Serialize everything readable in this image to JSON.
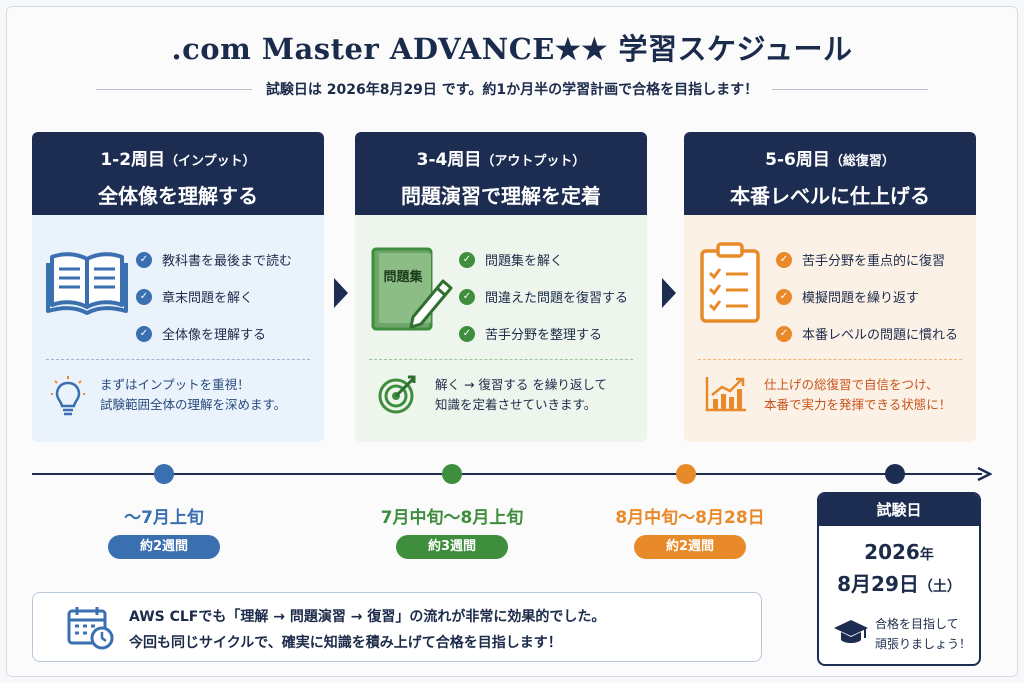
{
  "title_latin": ".com Master ADVANCE★★",
  "title_jp": "学習スケジュール",
  "subtitle": "試験日は 2026年8月29日 です。約1か月半の学習計画で合格を目指します！",
  "colors": {
    "navy": "#1d2d52",
    "blue": "#3a6fb0",
    "green": "#3e8e3e",
    "orange": "#e98a2a"
  },
  "phases": [
    {
      "heading": "1-2周目",
      "heading_sub": "（インプット）",
      "title": "全体像を理解する",
      "icon": "open-book-icon",
      "checks": [
        "教科書を最後まで読む",
        "章末問題を解く",
        "全体像を理解する"
      ],
      "note_icon": "lightbulb-icon",
      "note": [
        "まずはインプットを重視！",
        "試験範囲全体の理解を深めます。"
      ]
    },
    {
      "heading": "3-4周目",
      "heading_sub": "（アウトプット）",
      "title": "問題演習で理解を定着",
      "icon": "workbook-pencil-icon",
      "icon_label": "問題集",
      "checks": [
        "問題集を解く",
        "間違えた問題を復習する",
        "苦手分野を整理する"
      ],
      "note_icon": "target-icon",
      "note": [
        "解く → 復習する を繰り返して",
        "知識を定着させていきます。"
      ]
    },
    {
      "heading": "5-6周目",
      "heading_sub": "（総復習）",
      "title": "本番レベルに仕上げる",
      "icon": "clipboard-checklist-icon",
      "checks": [
        "苦手分野を重点的に復習",
        "模擬問題を繰り返す",
        "本番レベルの問題に慣れる"
      ],
      "note_icon": "growth-chart-icon",
      "note": [
        "仕上げの総復習で自信をつけ、",
        "本番で実力を発揮できる状態に！"
      ]
    }
  ],
  "timeline": [
    {
      "date": "〜7月上旬",
      "duration": "約2週間"
    },
    {
      "date": "7月中旬〜8月上旬",
      "duration": "約3週間"
    },
    {
      "date": "8月中旬〜8月28日",
      "duration": "約2週間"
    }
  ],
  "exam": {
    "label": "試験日",
    "year": "2026",
    "year_unit": "年",
    "month_day": "8月29日",
    "weekday": "（土）",
    "message": [
      "合格を目指して",
      "頑張りましょう！"
    ],
    "icon": "graduation-cap-icon"
  },
  "bottom_note": {
    "icon": "calendar-clock-icon",
    "lines": [
      "AWS CLFでも「理解 → 問題演習 → 復習」の流れが非常に効果的でした。",
      "今回も同じサイクルで、確実に知識を積み上げて合格を目指します！"
    ]
  }
}
